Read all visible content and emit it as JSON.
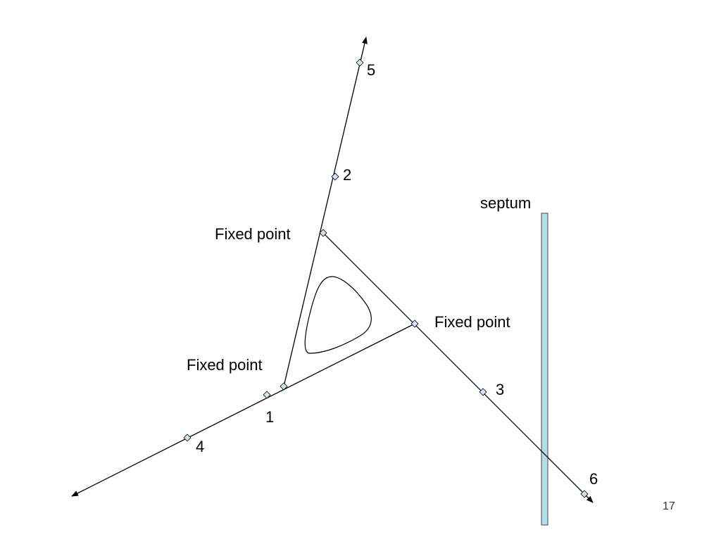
{
  "diagram": {
    "labels": {
      "point_1": "1",
      "point_2": "2",
      "point_3": "3",
      "point_4": "4",
      "point_5": "5",
      "point_6": "6",
      "fixed_point_top": "Fixed point",
      "fixed_point_right": "Fixed point",
      "fixed_point_bottom": "Fixed point",
      "septum": "septum"
    },
    "colors": {
      "line": "#000000",
      "marker_fill": "#cfe8ef",
      "septum_fill": "#b7dde8",
      "septum_stroke": "#3a4a55"
    }
  },
  "footer": {
    "page_number": "17"
  }
}
